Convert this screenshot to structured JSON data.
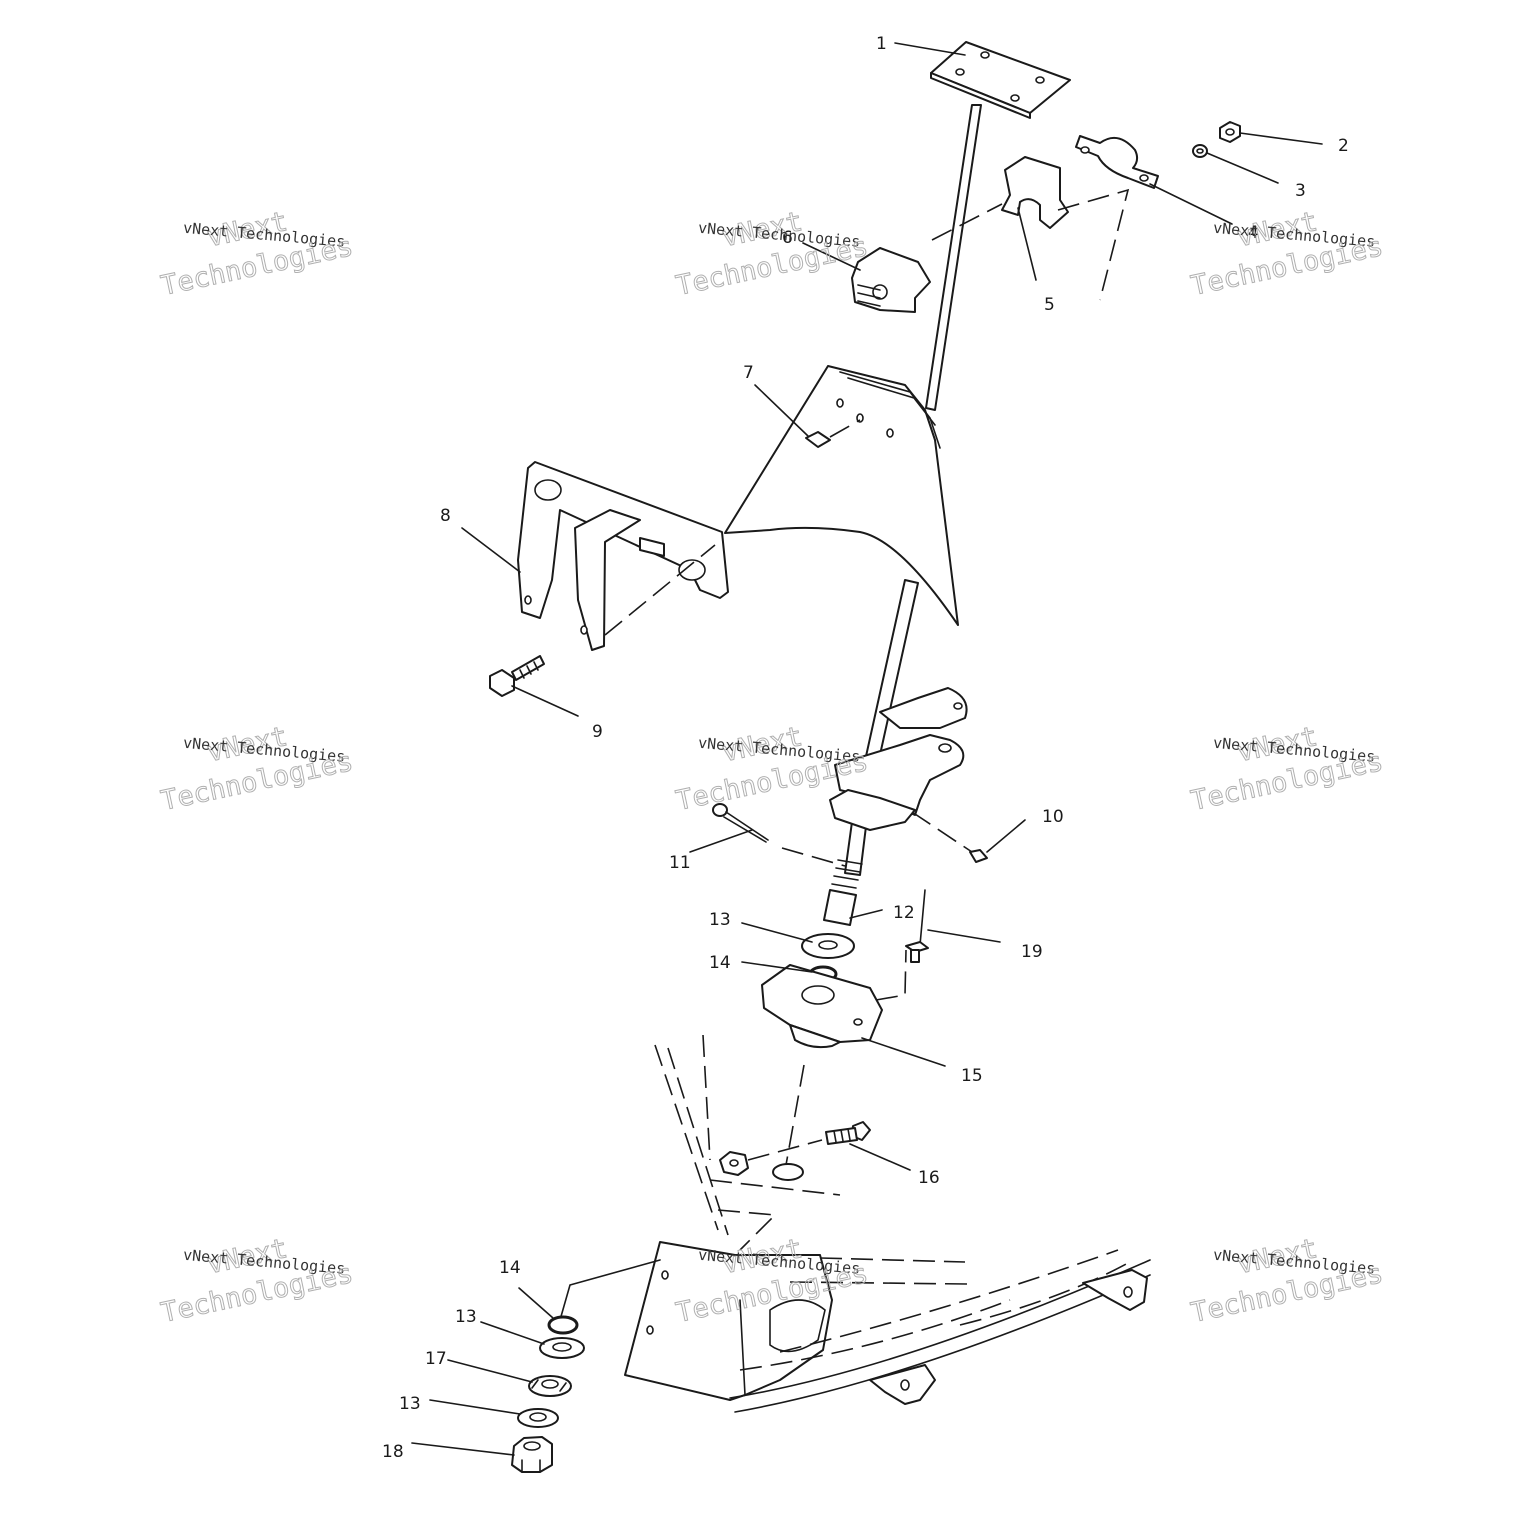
{
  "callouts": [
    "1",
    "2",
    "3",
    "4",
    "5",
    "6",
    "7",
    "8",
    "9",
    "10",
    "11",
    "12",
    "13",
    "14",
    "15",
    "16",
    "17",
    "18",
    "19"
  ],
  "watermark": {
    "line1": "vNext",
    "line2": "vNext Technologies",
    "line3": "Technologies"
  }
}
